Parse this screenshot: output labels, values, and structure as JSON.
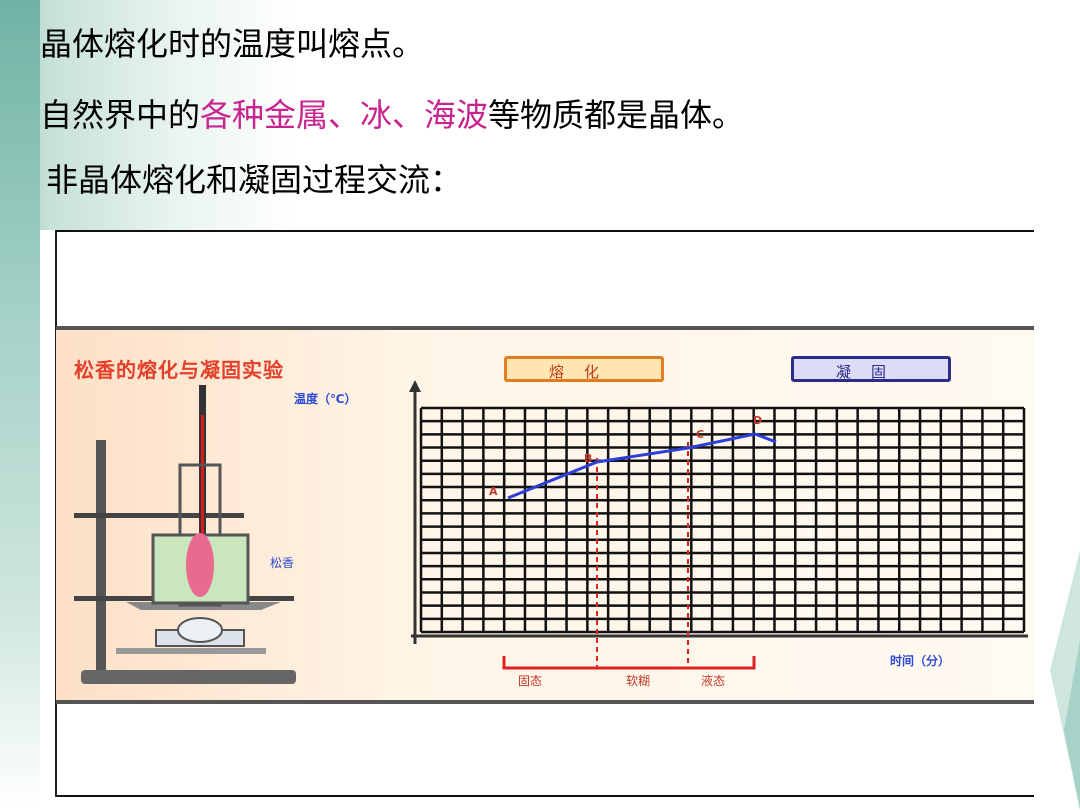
{
  "slide": {
    "line1": "晶体熔化时的温度叫熔点。",
    "line2": {
      "before": "自然界中的",
      "highlight": "各种金属、冰、海波",
      "after": "等物质都是晶体。"
    },
    "line3": "非晶体熔化和凝固过程交流：",
    "highlight_color": "#c8248f"
  },
  "figure": {
    "title": "松香的熔化与凝固实验",
    "buttons": {
      "melt": "熔化",
      "solidify": "凝固"
    },
    "y_axis_label": "温度（℃）",
    "x_axis_label": "时间（分）",
    "flask_label": "松香",
    "point_labels": [
      "A",
      "B",
      "C",
      "D"
    ],
    "phase_labels": [
      "固态",
      "软糊",
      "液态"
    ],
    "colors": {
      "title": "#e2402a",
      "curve": "#2c3fd6",
      "axis_text": "#2c4ad8",
      "phase": "#c0392b"
    }
  }
}
